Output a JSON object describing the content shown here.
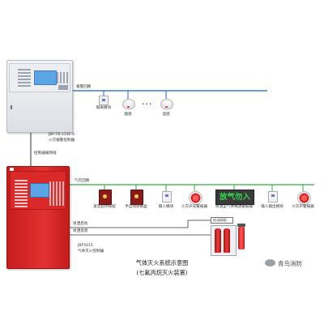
{
  "alarm_controller": {
    "model": "JBF-TB-11SF-S",
    "name": "火灾报警控制器"
  },
  "alarm_loop": {
    "label": "报警回路",
    "isolator_label": "隔离模块",
    "detectors": [
      {
        "label": "烟感",
        "icon": "smoke-detector-icon"
      },
      {
        "label": "温感",
        "icon": "heat-detector-icon"
      }
    ],
    "ellipsis": "• • •"
  },
  "control_bus_label": "控制器联网线",
  "gas_controller": {
    "model": "JBF5015",
    "name": "气体灭火控制器"
  },
  "fire_loop": {
    "label": "气灭回路",
    "devices": [
      {
        "label": "紧急启停按钮",
        "icon": "emergency-start-stop-button-icon"
      },
      {
        "label": "手自动转换盒",
        "icon": "manual-auto-switch-box-icon"
      },
      {
        "label": "输入模块",
        "icon": "input-module-icon"
      },
      {
        "label": "火灾声光警报器",
        "icon": "fire-sounder-strobe-icon"
      },
      {
        "label": "喷洒型气体释放警报器",
        "icon": "gas-release-warning-sign-icon"
      },
      {
        "label": "输入输出模块",
        "icon": "io-module-icon"
      },
      {
        "label": "火灾声警报器",
        "icon": "fire-sounder-icon"
      }
    ],
    "sign_text": "放气勿入"
  },
  "valve_box_label": "启动阀组",
  "spray_lines": [
    "喷洒启动",
    "喷洒反馈"
  ],
  "caption": {
    "title": "气体灭火系统示意图",
    "subtitle": "(七氟丙烷灭火装置)"
  },
  "watermark": "青鸟消防",
  "colors": {
    "alarm_loop_line": "#1f5fd6",
    "fire_loop_line": "#2fae3c",
    "control_line": "#333333",
    "cabinet_red": "#e23131",
    "sign_text_green": "#2fd94a"
  }
}
